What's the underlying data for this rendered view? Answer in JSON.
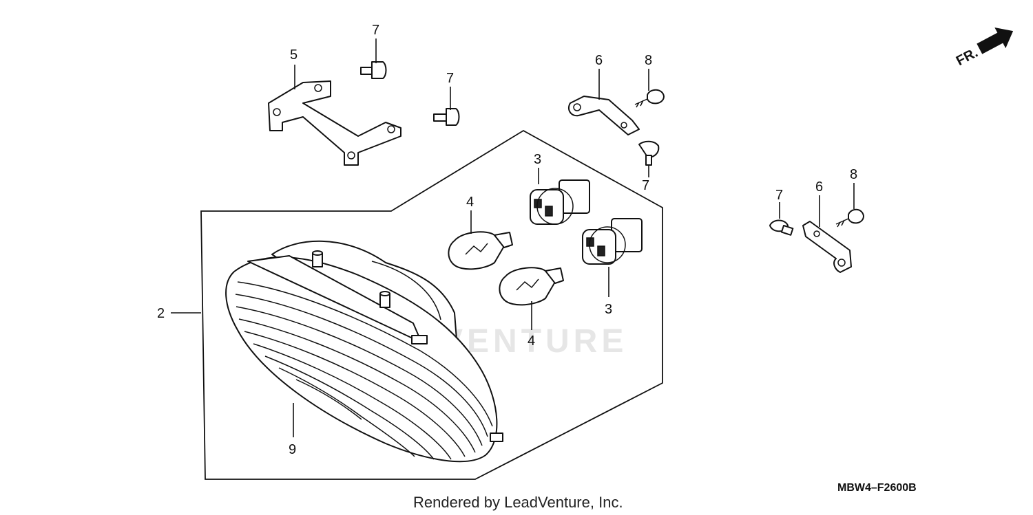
{
  "diagram": {
    "callouts": {
      "part2": "2",
      "part3a": "3",
      "part3b": "3",
      "part4a": "4",
      "part4b": "4",
      "part5": "5",
      "part6a": "6",
      "part6b": "6",
      "part7a": "7",
      "part7b": "7",
      "part7c": "7",
      "part7d": "7",
      "part8a": "8",
      "part8b": "8",
      "part9": "9"
    },
    "direction_label": "FR.",
    "diagram_code": "MBW4–F2600B",
    "watermark": "VENTURE",
    "credit": "Rendered by LeadVenture, Inc."
  },
  "colors": {
    "line": "#111111",
    "background": "#ffffff",
    "watermark": "#e6e6e6"
  }
}
